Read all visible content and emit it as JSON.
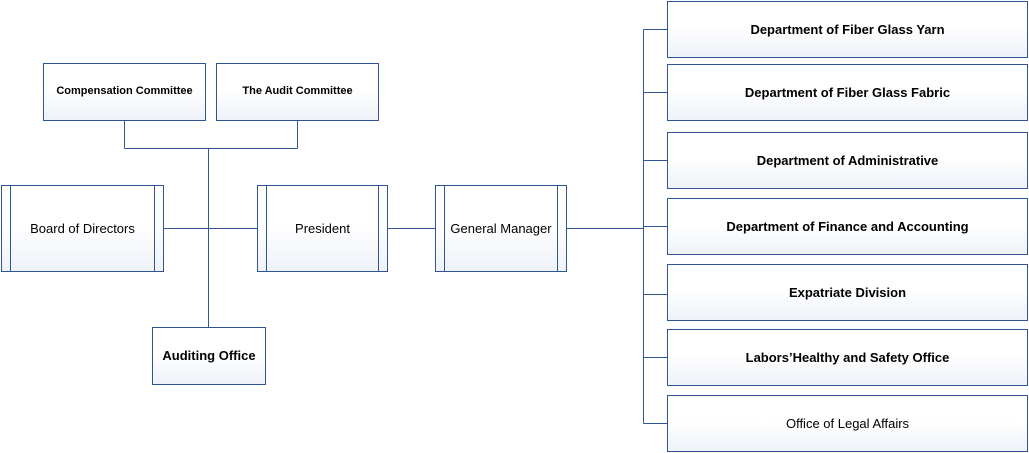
{
  "colors": {
    "line": "#2f5597",
    "box_border": "#2f5597",
    "box_fill_bottom": "#eef2f8",
    "text": "#000000"
  },
  "nodes": {
    "compensation_committee": "Compensation Committee",
    "audit_committee": "The Audit Committee",
    "board_of_directors": "Board of Directors",
    "president": "President",
    "general_manager": "General Manager",
    "auditing_office": "Auditing Office"
  },
  "departments": [
    "Department of Fiber Glass Yarn",
    "Department of Fiber Glass Fabric",
    "Department of Administrative",
    "Department of Finance and Accounting",
    "Expatriate Division",
    "Labors’Healthy and Safety Office",
    "Office of Legal Affairs"
  ]
}
